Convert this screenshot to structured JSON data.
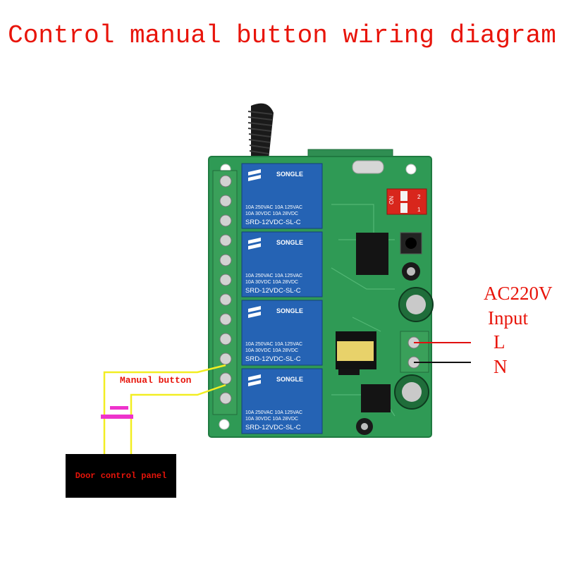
{
  "title": "Control manual button wiring diagram",
  "labels": {
    "power_input_voltage": "AC220V",
    "power_input_word": "Input",
    "live": "L",
    "neutral": "N",
    "manual_button": "Manual button",
    "door_panel": "Door control panel"
  },
  "relays": [
    {
      "brand": "SONGLE",
      "rating1": "10A 250VAC  10A 125VAC",
      "rating2": "10A  30VDC  10A  28VDC",
      "model": "SRD-12VDC-SL-C"
    },
    {
      "brand": "SONGLE",
      "rating1": "10A 250VAC  10A 125VAC",
      "rating2": "10A  30VDC  10A  28VDC",
      "model": "SRD-12VDC-SL-C"
    },
    {
      "brand": "SONGLE",
      "rating1": "10A 250VAC  10A 125VAC",
      "rating2": "10A  30VDC  10A  28VDC",
      "model": "SRD-12VDC-SL-C"
    },
    {
      "brand": "SONGLE",
      "rating1": "10A 250VAC  10A 125VAC",
      "rating2": "10A  30VDC  10A  28VDC",
      "model": "SRD-12VDC-SL-C"
    }
  ],
  "dip_switch": {
    "on_label": "ON",
    "pos1": "1",
    "pos2": "2"
  },
  "colors": {
    "title": "#e8140a",
    "pcb": "#2f9a55",
    "terminal": "#3aa05a",
    "relay": "#2563b4",
    "wire_live": "#e01010",
    "wire_neutral": "#111111",
    "wire_button": "#f2ee22",
    "button": "#ee33cc",
    "panel": "#000000"
  }
}
